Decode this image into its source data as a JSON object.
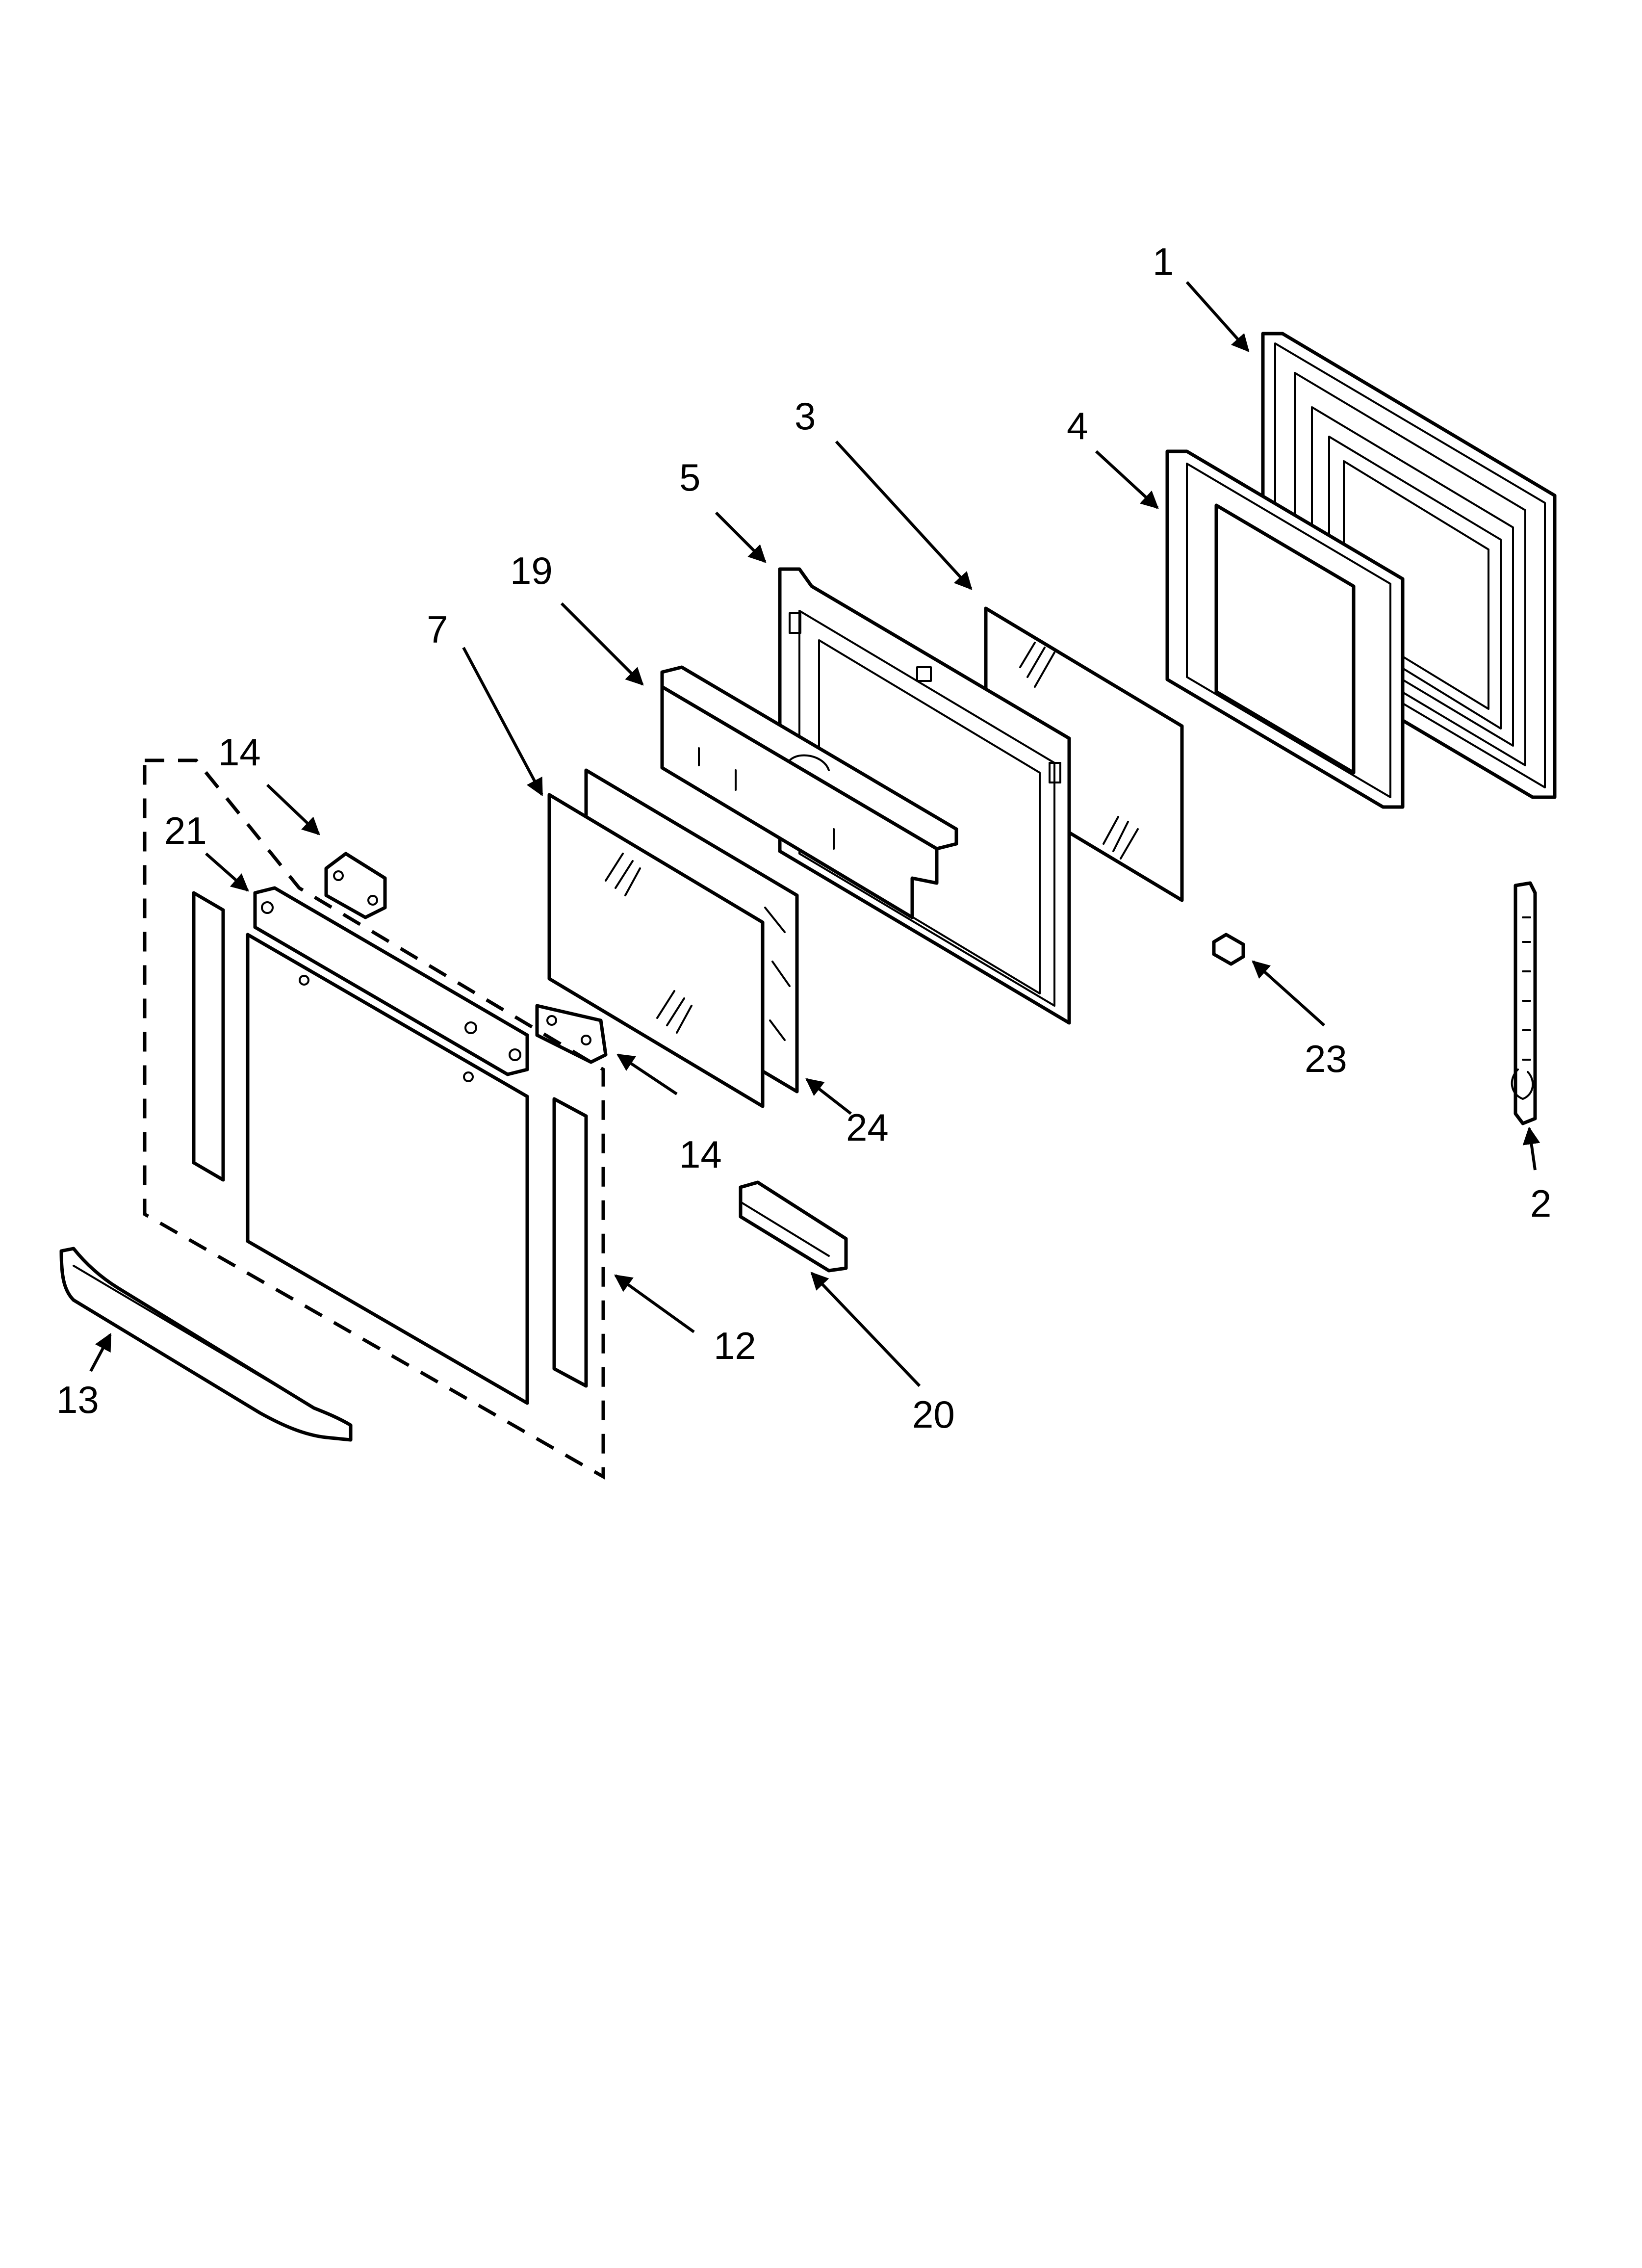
{
  "callouts": [
    {
      "id": "1"
    },
    {
      "id": "2"
    },
    {
      "id": "3"
    },
    {
      "id": "4"
    },
    {
      "id": "5"
    },
    {
      "id": "7"
    },
    {
      "id": "12"
    },
    {
      "id": "13"
    },
    {
      "id": "14"
    },
    {
      "id": "14"
    },
    {
      "id": "19"
    },
    {
      "id": "20"
    },
    {
      "id": "21"
    },
    {
      "id": "23"
    },
    {
      "id": "24"
    }
  ]
}
